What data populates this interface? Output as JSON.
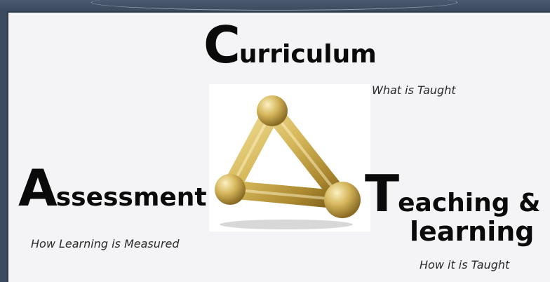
{
  "curriculum": {
    "cap": "C",
    "rest": "urriculum",
    "subtitle": "What is Taught"
  },
  "assessment": {
    "cap": "A",
    "rest": "ssessment",
    "subtitle": "How Learning is Measured"
  },
  "teaching": {
    "cap": "T",
    "rest_line1": "eaching &",
    "line2": "learning",
    "subtitle": "How it is Taught"
  },
  "colors": {
    "text": "#0a0a0a",
    "gold": "#c9a94a",
    "slide_bg": "#f4f4f6",
    "frame": "#3b4a5e"
  }
}
